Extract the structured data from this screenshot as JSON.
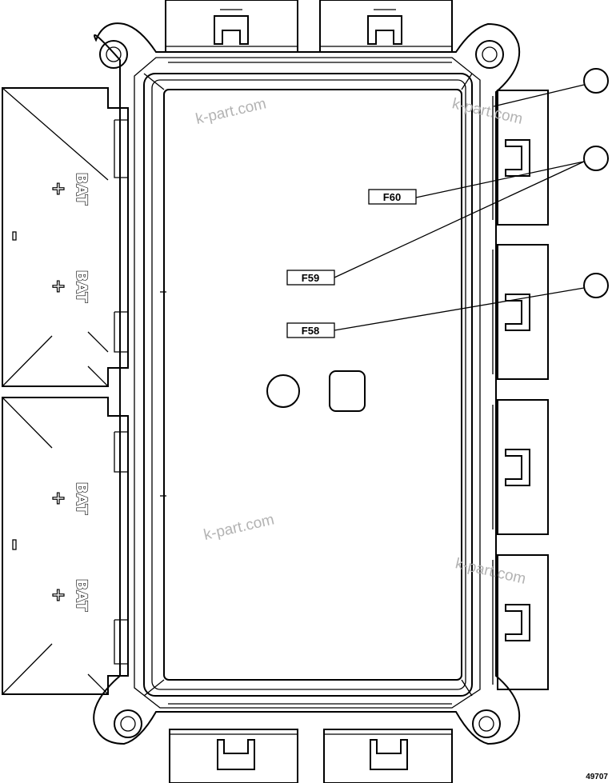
{
  "labels": {
    "f60": "F60",
    "f59": "F59",
    "f58": "F58"
  },
  "terminals": [
    {
      "text": "BAT",
      "sign": "+"
    },
    {
      "text": "BAT",
      "sign": "+"
    },
    {
      "text": "BAT",
      "sign": "+"
    },
    {
      "text": "BAT",
      "sign": "+"
    }
  ],
  "watermark": "k-part.com",
  "figure_number": "49707"
}
